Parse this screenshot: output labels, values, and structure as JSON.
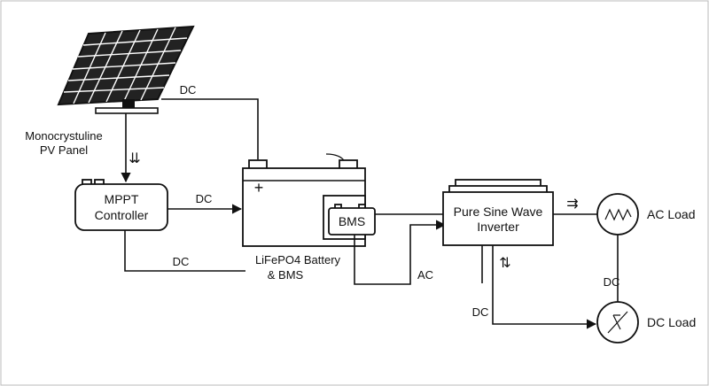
{
  "diagram": {
    "components": {
      "pv_panel": {
        "label_line1": "Monocrystuline",
        "label_line2": "PV Panel"
      },
      "mppt": {
        "label_line1": "MPPT",
        "label_line2": "Controller"
      },
      "battery": {
        "label_line1": "LiFePO4 Battery",
        "label_line2": "& BMS",
        "terminal_symbol": "+"
      },
      "bms": {
        "label": "BMS"
      },
      "inverter": {
        "label_line1": "Pure Sine Wave",
        "label_line2": "Inverter"
      },
      "ac_load": {
        "label": "AC Load"
      },
      "dc_load": {
        "label": "DC Load"
      }
    },
    "connections": {
      "panel_to_battery": "DC",
      "mppt_to_battery": "DC",
      "battery_return": "DC",
      "inverter_ac": "AC",
      "inverter_dc": "DC",
      "load_link": "DC"
    },
    "arrow_glyphs": {
      "down_pair": "⇊",
      "up_down": "⇅",
      "right_pair": "⇉"
    }
  }
}
